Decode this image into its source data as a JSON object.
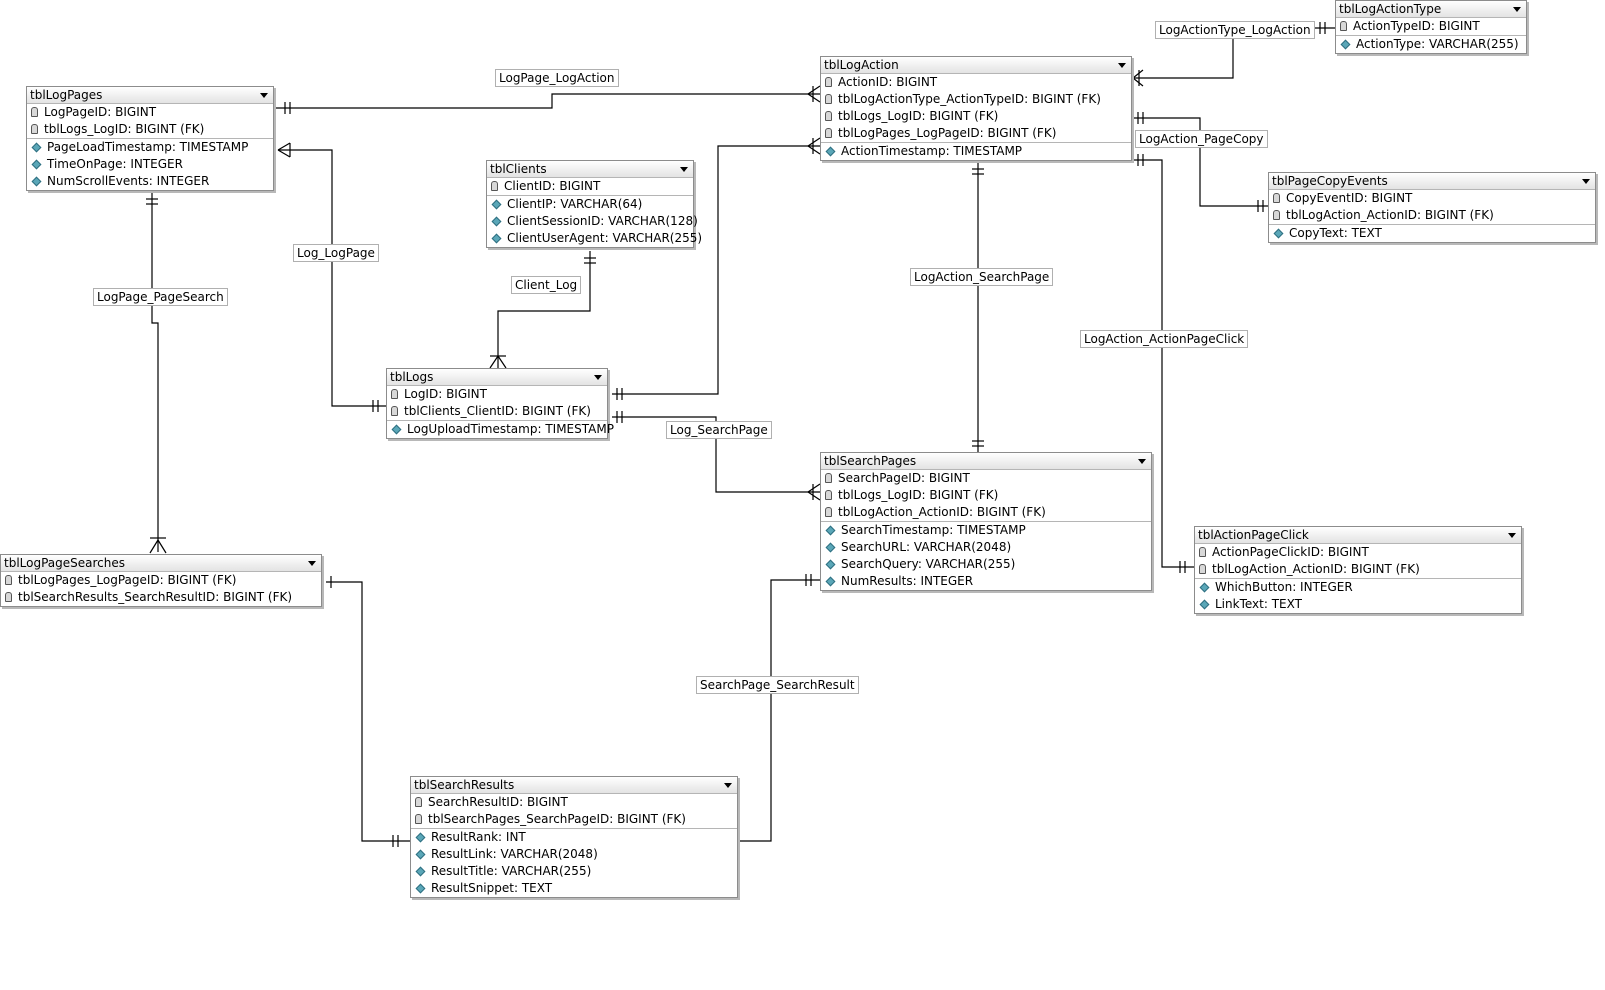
{
  "tables": {
    "tblLogPages": {
      "name": "tblLogPages",
      "keys": [
        "LogPageID: BIGINT",
        "tblLogs_LogID: BIGINT (FK)"
      ],
      "cols": [
        "PageLoadTimestamp: TIMESTAMP",
        "TimeOnPage: INTEGER",
        "NumScrollEvents: INTEGER"
      ]
    },
    "tblClients": {
      "name": "tblClients",
      "keys": [
        "ClientID: BIGINT"
      ],
      "cols": [
        "ClientIP: VARCHAR(64)",
        "ClientSessionID: VARCHAR(128)",
        "ClientUserAgent: VARCHAR(255)"
      ]
    },
    "tblLogs": {
      "name": "tblLogs",
      "keys": [
        "LogID: BIGINT",
        "tblClients_ClientID: BIGINT (FK)"
      ],
      "cols": [
        "LogUploadTimestamp: TIMESTAMP"
      ]
    },
    "tblLogAction": {
      "name": "tblLogAction",
      "keys": [
        "ActionID: BIGINT",
        "tblLogActionType_ActionTypeID: BIGINT (FK)",
        "tblLogs_LogID: BIGINT (FK)",
        "tblLogPages_LogPageID: BIGINT (FK)"
      ],
      "cols": [
        "ActionTimestamp: TIMESTAMP"
      ]
    },
    "tblLogActionType": {
      "name": "tblLogActionType",
      "keys": [
        "ActionTypeID: BIGINT"
      ],
      "cols": [
        "ActionType: VARCHAR(255)"
      ]
    },
    "tblPageCopyEvents": {
      "name": "tblPageCopyEvents",
      "keys": [
        "CopyEventID: BIGINT",
        "tblLogAction_ActionID: BIGINT (FK)"
      ],
      "cols": [
        "CopyText: TEXT"
      ]
    },
    "tblSearchPages": {
      "name": "tblSearchPages",
      "keys": [
        "SearchPageID: BIGINT",
        "tblLogs_LogID: BIGINT (FK)",
        "tblLogAction_ActionID: BIGINT (FK)"
      ],
      "cols": [
        "SearchTimestamp: TIMESTAMP",
        "SearchURL: VARCHAR(2048)",
        "SearchQuery: VARCHAR(255)",
        "NumResults: INTEGER"
      ]
    },
    "tblActionPageClick": {
      "name": "tblActionPageClick",
      "keys": [
        "ActionPageClickID: BIGINT",
        "tblLogAction_ActionID: BIGINT (FK)"
      ],
      "cols": [
        "WhichButton: INTEGER",
        "LinkText: TEXT"
      ]
    },
    "tblLogPageSearches": {
      "name": "tblLogPageSearches",
      "keys": [
        "tblLogPages_LogPageID: BIGINT (FK)",
        "tblSearchResults_SearchResultID: BIGINT (FK)"
      ],
      "cols": []
    },
    "tblSearchResults": {
      "name": "tblSearchResults",
      "keys": [
        "SearchResultID: BIGINT",
        "tblSearchPages_SearchPageID: BIGINT (FK)"
      ],
      "cols": [
        "ResultRank: INT",
        "ResultLink: VARCHAR(2048)",
        "ResultTitle: VARCHAR(255)",
        "ResultSnippet: TEXT"
      ]
    }
  },
  "relationships": {
    "logpage_logaction": "LogPage_LogAction",
    "logactiontype_logaction": "LogActionType_LogAction",
    "logaction_pagecopy": "LogAction_PageCopy",
    "log_logpage": "Log_LogPage",
    "logpage_pagesearch": "LogPage_PageSearch",
    "client_log": "Client_Log",
    "logaction_searchpage": "LogAction_SearchPage",
    "logaction_actionpageclick": "LogAction_ActionPageClick",
    "log_searchpage": "Log_SearchPage",
    "searchpage_searchresult": "SearchPage_SearchResult"
  }
}
